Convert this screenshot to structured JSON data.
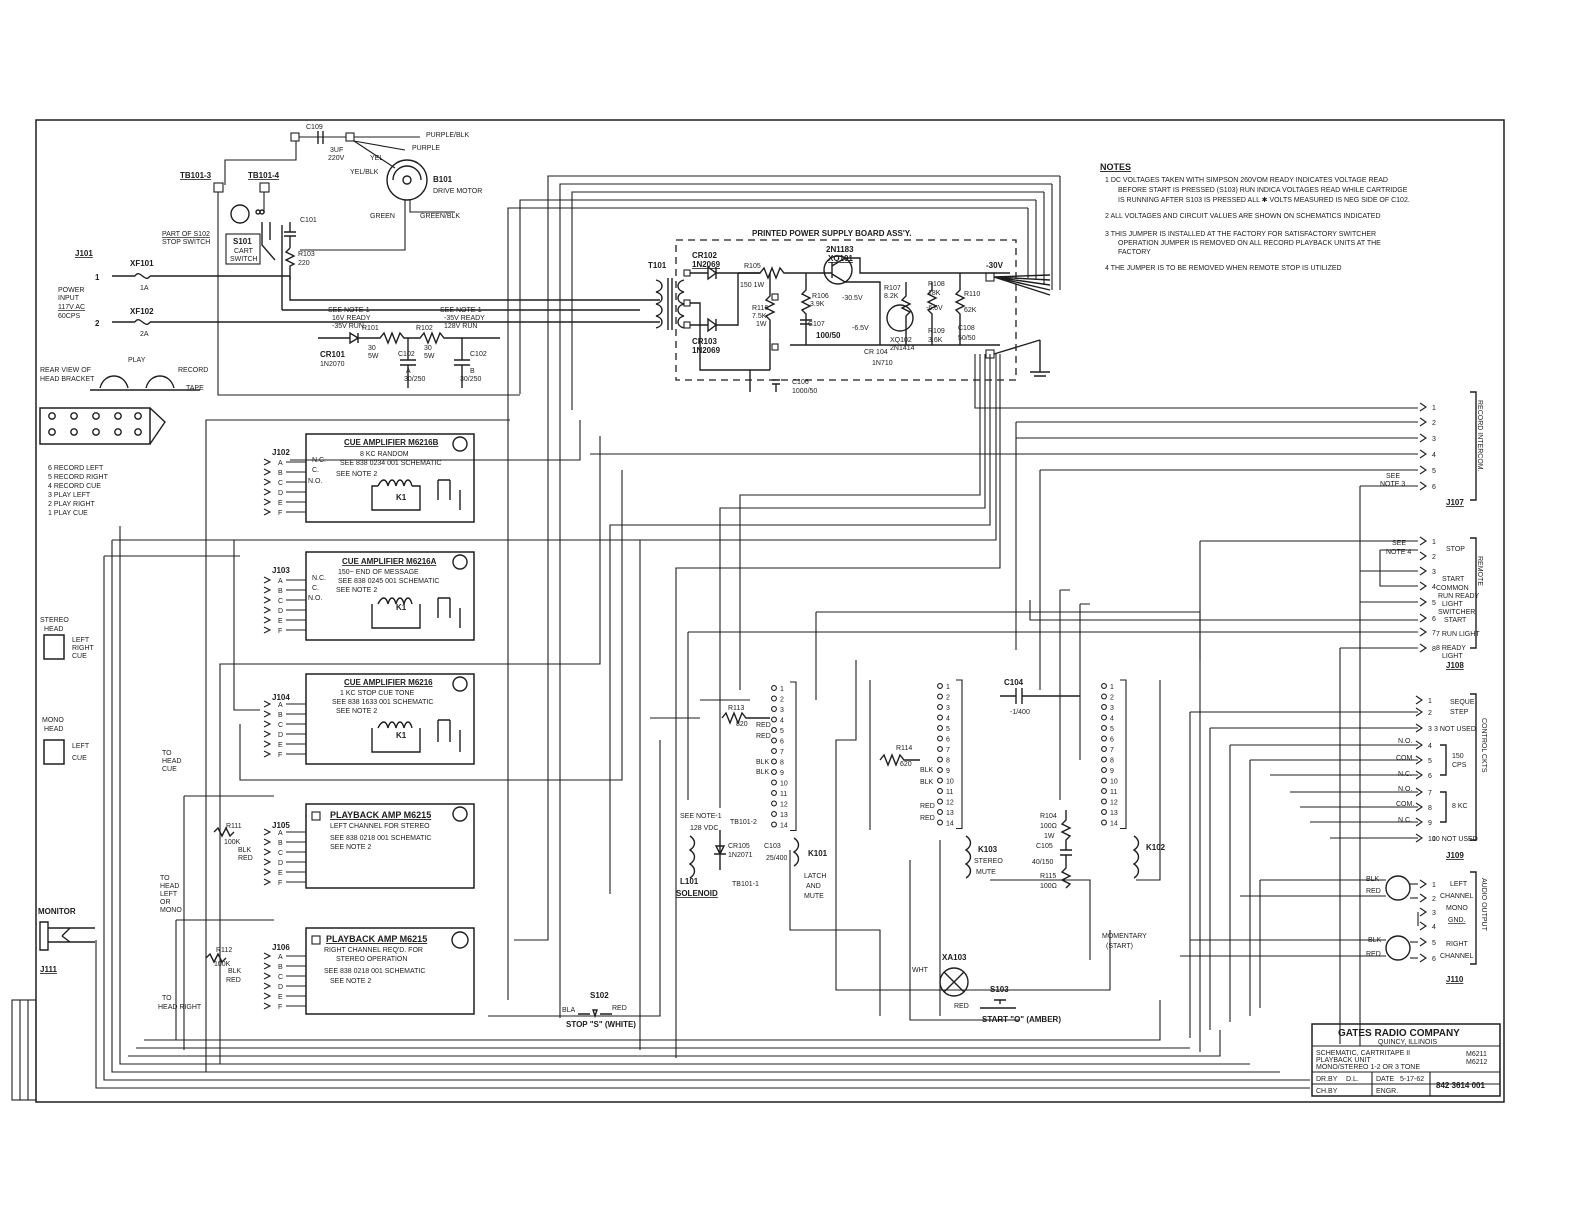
{
  "notes": {
    "title": "NOTES",
    "n1a": "1  DC VOLTAGES TAKEN WITH SIMPSON 260VOM  READY INDICATES VOLTAGE READ",
    "n1b": "BEFORE START IS PRESSED (S103)  RUN INDICA VOLTAGES READ WHILE CARTRIDGE",
    "n1c": "IS RUNNING AFTER S103 IS PRESSED  ALL ✱ VOLTS MEASURED IS NEG SIDE OF C102.",
    "n2": "2  ALL VOLTAGES AND CIRCUIT VALUES ARE SHOWN ON SCHEMATICS INDICATED",
    "n3a": "3  THIS JUMPER IS INSTALLED AT THE FACTORY FOR SATISFACTORY SWITCHER",
    "n3b": "OPERATION  JUMPER IS REMOVED ON ALL RECORD PLAYBACK UNITS AT THE",
    "n3c": "FACTORY",
    "n4": "4  THE JUMPER IS TO BE REMOVED WHEN REMOTE STOP IS UTILIZED"
  },
  "psu": {
    "title": "PRINTED POWER SUPPLY BOARD ASS'Y.",
    "t101": "T101",
    "cr102": "CR102",
    "cr102v": "1N2069",
    "cr103": "CR103",
    "cr103v": "1N2069",
    "r105": "R105",
    "r105v": "150  1W",
    "r116": "R116",
    "r116v": "7.5K",
    "r116w": "1W",
    "q101": "2N1183",
    "q101r": "XQ101",
    "r106": "R106",
    "r106v": "3.9K",
    "v305": "-30.5V",
    "r107": "R107",
    "r107v": "8.2K",
    "r108": "R108",
    "r108v": "18K",
    "r108x": "-6.6V",
    "r110": "R110",
    "r110v": "62K",
    "v30": "-30V",
    "c107": "C107",
    "c107v": "100/50",
    "v65": "-6.5V",
    "xq102": "XQ102",
    "q102": "2N1414",
    "cr104": "CR 104",
    "cr104v": "1N710",
    "r109": "R109",
    "r109v": "3.6K",
    "c108": "C108",
    "c108v": "50/50",
    "c106": "C106",
    "c106v": "1000/50"
  },
  "motor": {
    "c109": "C109",
    "c109v": "3UF",
    "c109w": "220V",
    "purple_blk": "PURPLE/BLK",
    "purple": "PURPLE",
    "yel": "YEL",
    "yel_blk": "YEL/BLK",
    "b101": "B101",
    "drive": "DRIVE MOTOR",
    "green": "GREEN",
    "green_blk": "GREEN/BLK",
    "tb101_3": "TB101-3",
    "tb101_4": "TB101-4",
    "s102part": "PART OF S102",
    "stopsw": "STOP SWITCH",
    "s101": "S101",
    "cart": "CART",
    "switch": "SWITCH",
    "c101": "C101",
    "r103": "R103",
    "r103v": "220"
  },
  "power": {
    "j101": "J101",
    "xf101": "XF101",
    "xf101v": "1A",
    "xf102": "XF102",
    "xf102v": "2A",
    "p1": "POWER",
    "p2": "INPUT",
    "p3": "117V AC",
    "p4": "60CPS",
    "note1a": "SEE NOTE-1",
    "note1b": "16V READY",
    "note1c": "-35V RUN",
    "note2a": "SEE NOTE-1",
    "note2b": "-35V READY",
    "note2c": "128V RUN",
    "r101": "R101",
    "r101v": "30",
    "r101w": "5W",
    "r102": "R102",
    "r102v": "30",
    "r102w": "5W",
    "c102a": "C102",
    "c102ab": "A",
    "c102av": "30/250",
    "c102b": "C102",
    "c102bb": "B",
    "c102bv": "30/250",
    "cr101": "CR101",
    "cr101v": "1N2070"
  },
  "head": {
    "rear1": "REAR VIEW OF",
    "rear2": "HEAD BRACKET",
    "play": "PLAY",
    "record": "RECORD",
    "tape": "TAPE",
    "legend": [
      "6 RECORD LEFT",
      "5 RECORD RIGHT",
      "4 RECORD CUE",
      "3 PLAY LEFT",
      "2 PLAY RIGHT",
      "1 PLAY CUE"
    ],
    "stereo1": "STEREO",
    "stereo2": "HEAD",
    "left": "LEFT",
    "right": "RIGHT",
    "cue": "CUE",
    "mono1": "MONO",
    "mono2": "HEAD",
    "tohead1": "TO",
    "tohead2": "HEAD",
    "tohead3": "CUE",
    "toleft1": "TO",
    "toleft2": "HEAD",
    "toleft3": "LEFT",
    "toleft4": "OR",
    "toleft5": "MONO",
    "toright1": "TO",
    "toright2": "HEAD RIGHT",
    "monitor": "MONITOR",
    "j111": "J111"
  },
  "amps": {
    "j102": "J102",
    "a1t": "CUE AMPLIFIER M6216B",
    "a1s1": "8 KC      RANDOM",
    "a1s2": "SEE 838 0234 001 SCHEMATIC",
    "a1s3": "SEE NOTE 2",
    "j103": "J103",
    "a2t": "CUE AMPLIFIER M6216A",
    "a2s1": "150~ END OF MESSAGE",
    "a2s2": "SEE 838 0245 001 SCHEMATIC",
    "a2s3": "SEE NOTE 2",
    "j104": "J104",
    "a3t": "CUE AMPLIFIER M6216",
    "a3s1": "1 KC  STOP CUE TONE",
    "a3s2": "SEE 838 1633 001 SCHEMATIC",
    "a3s3": "SEE NOTE 2",
    "j105": "J105",
    "a4t": "PLAYBACK AMP M6215",
    "a4s1": "LEFT CHANNEL FOR STEREO",
    "a4s2": "SEE 838 0218 001 SCHEMATIC",
    "a4s3": "SEE NOTE 2",
    "j106": "J106",
    "a5t": "PLAYBACK AMP M6215",
    "a5s1": "RIGHT CHANNEL REQ'D. FOR",
    "a5s1b": "STEREO OPERATION",
    "a5s2": "SEE 838 0218 001 SCHEMATIC",
    "a5s3": "SEE NOTE 2",
    "k1": "K1",
    "nc": "N.C.",
    "c": "C.",
    "no": "N.O.",
    "pins": [
      "A",
      "B",
      "C",
      "D",
      "E",
      "F"
    ],
    "r111": "R111",
    "r111v": "100K",
    "r112": "R112",
    "r112v": "100K",
    "blk": "BLK",
    "red": "RED"
  },
  "relays": {
    "r113": "R113",
    "r113v": "820",
    "r114": "R114",
    "r114v": "620",
    "red": "RED",
    "blk": "BLK",
    "c104": "C104",
    "c104v": "-1/400",
    "r104": "R104",
    "r104v": "100Ω",
    "r104w": "1W",
    "c105": "C105",
    "c105v": "40/150",
    "r115": "R115",
    "r115v": "100Ω",
    "k101": "K101",
    "latch": "LATCH",
    "and": "AND",
    "mute": "MUTE",
    "k103": "K103",
    "stereo": "STEREO",
    "mute2": "MUTE",
    "k102": "K102",
    "momentary": "MOMENTARY",
    "start": "(START)",
    "note1": "SEE NOTE-1",
    "v128": "128 VDC",
    "tb101_2": "TB101-2",
    "tb101_1": "TB101-1",
    "cr105": "CR105",
    "cr105v": "1N2071",
    "c103": "C103",
    "c103v": "25/400",
    "l101": "L101",
    "solenoid": "SOLENOID",
    "xa103": "XA103",
    "wht": "WHT",
    "red2": "RED",
    "s103": "S103",
    "s103l": "START \"O\" (AMBER)",
    "s102": "S102",
    "s102l": "STOP \"S\" (WHITE)",
    "bla": "BLA",
    "red3": "RED"
  },
  "connectors": {
    "j107": "J107",
    "j107side": "RECORD INTERCOM.",
    "see3a": "SEE",
    "see3b": "NOTE 3",
    "j108": "J108",
    "j108side": "REMOTE",
    "j108l": [
      "STOP",
      "START",
      "COMMON",
      "RUN READY",
      "LIGHT",
      "SWITCHER",
      "START",
      "7 RUN LIGHT",
      "8 READY",
      "LIGHT"
    ],
    "see4a": "SEE",
    "see4b": "NOTE 4",
    "j109": "J109",
    "j109side": "CONTROL CKTS",
    "j109l": [
      "SEQUE",
      "STEP",
      "3 NOT USED",
      "150",
      "CPS",
      "8 KC",
      "10 NOT USED"
    ],
    "no": "N.O.",
    "com": "COM.",
    "nc": "N.C.",
    "j110": "J110",
    "j110side": "AUDIO OUTPUT",
    "j110l": [
      "LEFT",
      "CHANNEL",
      "MONO",
      "GND.",
      "RIGHT",
      "CHANNEL"
    ],
    "blk": "BLK",
    "red": "RED"
  },
  "titleblock": {
    "company": "GATES RADIO COMPANY",
    "city": "QUINCY, ILLINOIS",
    "l1": "SCHEMATIC, CARTRITAPE II",
    "l2": "PLAYBACK UNIT",
    "l3": "MONO/STEREO   1-2 OR 3 TONE",
    "models1": "M6211",
    "models2": "M6212",
    "drby": "DR.BY",
    "dr": "D.L.",
    "date": "DATE",
    "datev": "5-17-62",
    "chby": "CH.BY",
    "engr": "ENGR.",
    "dwg": "842 3614 001"
  }
}
